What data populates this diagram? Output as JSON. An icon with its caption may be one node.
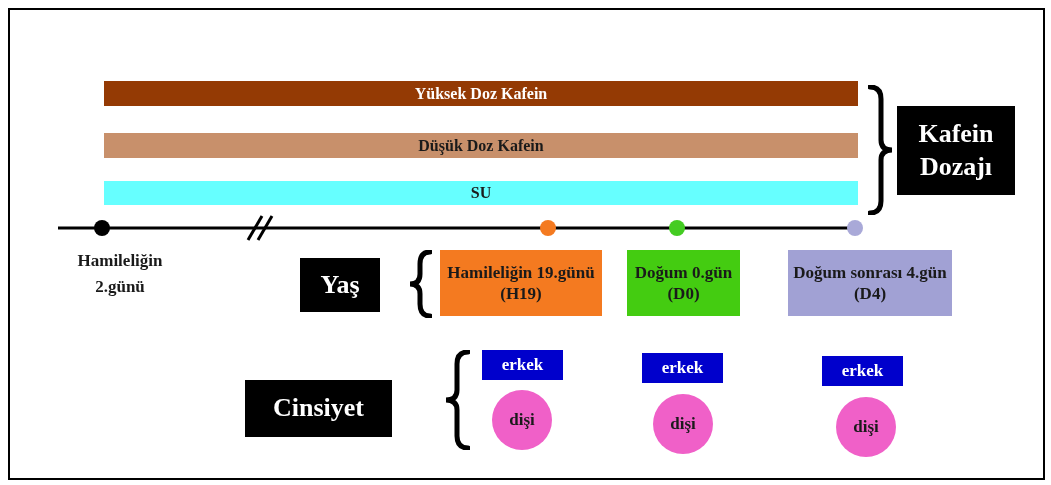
{
  "diagram": {
    "nodes": [
      {
        "text": [
          "Yüksek Doz Kafein"
        ]
      },
      {
        "text": [
          "Düşük Doz Kafein"
        ]
      },
      {
        "text": [
          "SU"
        ]
      },
      {
        "text": [
          "Kafein Dozajı"
        ]
      },
      {
        "text": [
          "Yaş"
        ]
      },
      {
        "text": [
          "Hamileliğin 19.günü (H19)"
        ]
      },
      {
        "text": [
          "Doğum 0.gün (D0)"
        ]
      },
      {
        "text": [
          "Doğum sonrası 4.gün (D4)"
        ]
      },
      {
        "text": [
          "Cinsiyet"
        ]
      },
      {
        "text": [
          "erkek"
        ]
      },
      {
        "text": [
          "dişi"
        ]
      },
      {
        "text": [
          "erkek"
        ]
      },
      {
        "text": [
          "dişi"
        ]
      },
      {
        "text": [
          "erkek"
        ]
      },
      {
        "text": [
          "dişi"
        ]
      }
    ],
    "edges": [],
    "labels": [
      "Hamileliğin 2.günü"
    ]
  }
}
